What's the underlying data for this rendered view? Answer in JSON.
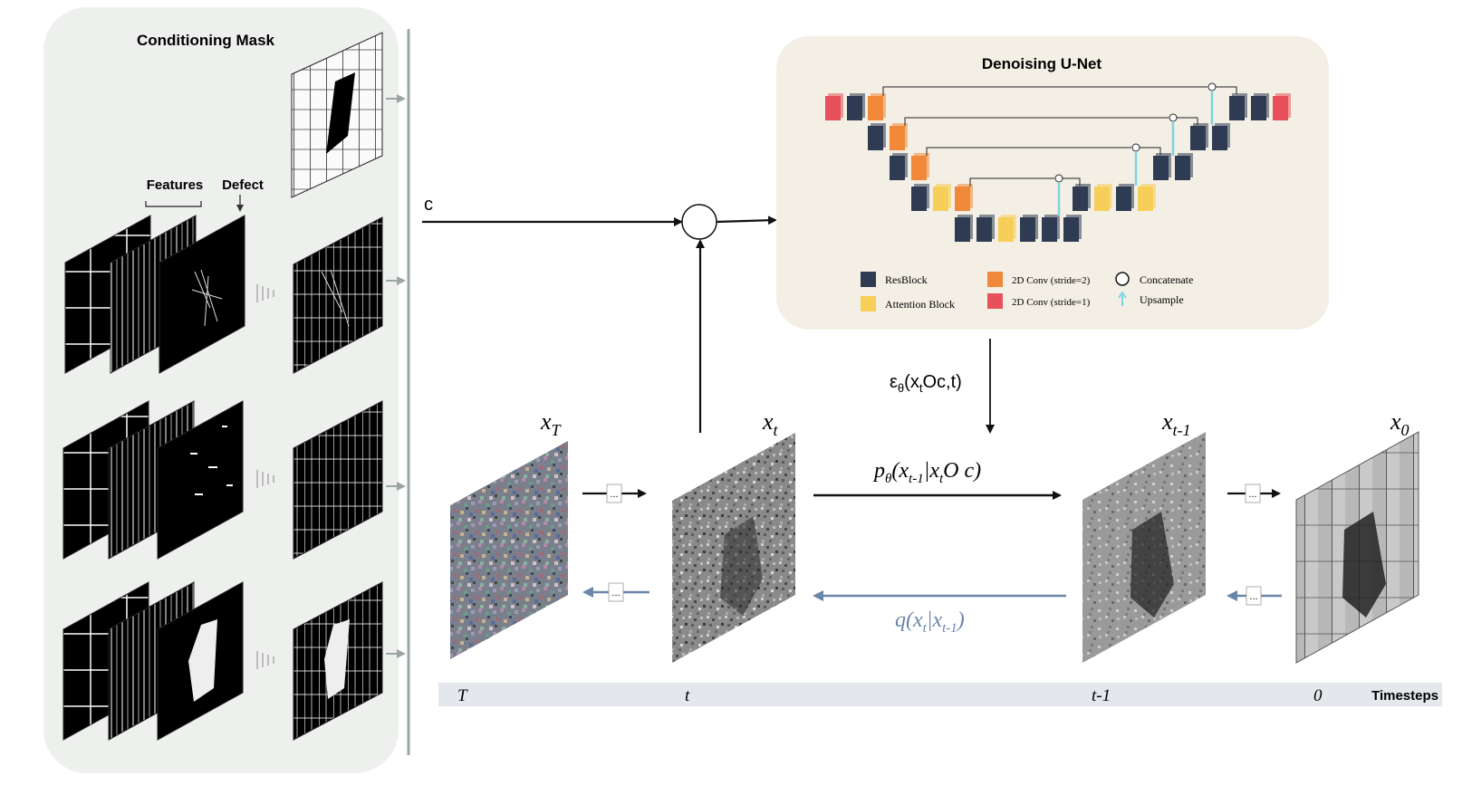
{
  "conditioning_mask": {
    "title": "Conditioning Mask",
    "features_label": "Features",
    "defect_label": "Defect",
    "rows": 4
  },
  "condition_label": "c",
  "unet": {
    "title": "Denoising U-Net",
    "legend": [
      {
        "name": "resblock",
        "label": "ResBlock",
        "color": "#2f3b52",
        "marker": "square"
      },
      {
        "name": "attention-block",
        "label": "Attention Block",
        "color": "#f7ce57",
        "marker": "square"
      },
      {
        "name": "conv-stride2",
        "label": "2D Conv (stride=2)",
        "color": "#f08a3a",
        "marker": "square"
      },
      {
        "name": "conv-stride1",
        "label": "2D Conv (stride=1)",
        "color": "#e8505b",
        "marker": "square"
      },
      {
        "name": "concatenate",
        "label": "Concatenate",
        "color": "#111111",
        "marker": "circle"
      },
      {
        "name": "upsample",
        "label": "Upsample",
        "color": "#7fd3e0",
        "marker": "arrow"
      }
    ]
  },
  "eps_label": {
    "pre": "ε",
    "sub_theta": "θ",
    "mid": "(x",
    "sub_t": "t",
    "post": "Oc,t)"
  },
  "reverse_label": {
    "p": "p",
    "theta": "θ",
    "open": "(",
    "x": "x",
    "xsub": "t-1",
    "bar": "|",
    "x2": "x",
    "x2sub": "t",
    "rest": "O c)"
  },
  "forward_label": {
    "q": "q(",
    "x": "x",
    "xsub": "t",
    "bar": "|",
    "x2": "x",
    "x2sub": "t-1",
    "close": ")"
  },
  "images": [
    {
      "name": "x-T",
      "base": "x",
      "sub": "T"
    },
    {
      "name": "x-t",
      "base": "x",
      "sub": "t"
    },
    {
      "name": "x-t-1",
      "base": "x",
      "sub": "t-1"
    },
    {
      "name": "x-0",
      "base": "x",
      "sub": "0"
    }
  ],
  "ellipsis": "...",
  "timesteps": {
    "label": "Timesteps",
    "ticks": [
      "T",
      "t",
      "t-1",
      "0"
    ]
  },
  "colors": {
    "panel_bg": "#eef0ee",
    "unet_bg": "#f3efe5",
    "timestep_bar": "#e4e8ec",
    "forward_arrow": "#6a86a8",
    "side_arrow": "#9aa6a6"
  }
}
